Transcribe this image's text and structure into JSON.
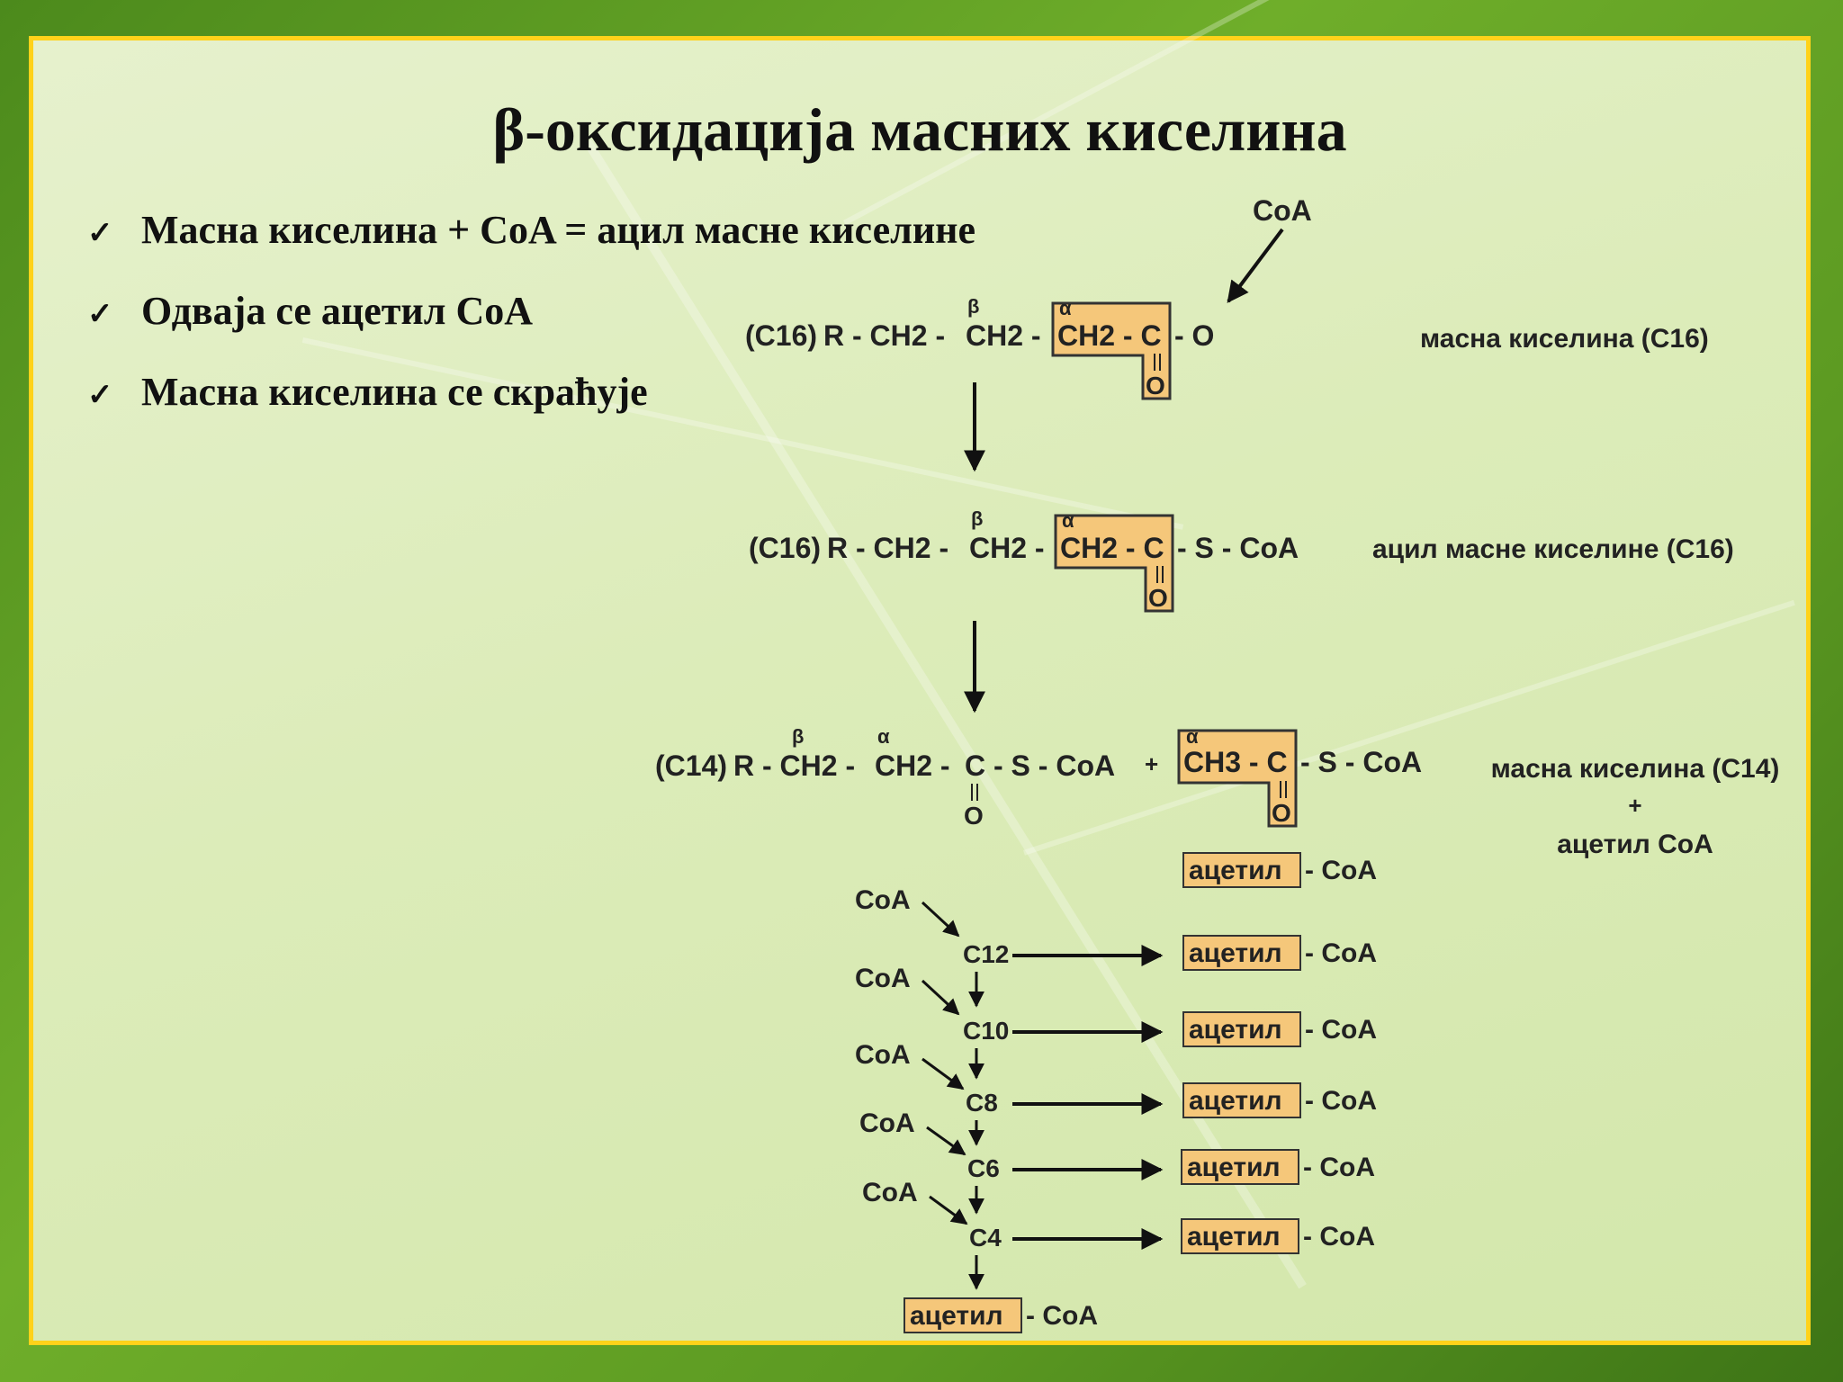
{
  "title": "β-оксидација масних киселина",
  "bullets": [
    "Масна киселина + CoA = ацил масне киселине",
    "Одваја се ацетил CoA",
    "Масна киселина се скраћује"
  ],
  "check_icon": "✓",
  "colors": {
    "highlight_box": "#f5c77a",
    "frame": "#ffd21a",
    "text": "#222222"
  },
  "diagram": {
    "coa": "CoA",
    "beta": "β",
    "alpha": "α",
    "c16": "C16",
    "c14": "C14",
    "r_ch2": "R - CH2 -",
    "ch2_beta": "CH2 -",
    "ch2_box": "CH2 - C",
    "ch3_box": "CH3 - C",
    "o": "O",
    "oh_tail": "- O",
    "s_coa_tail": "- S - CoA",
    "c_s_coa": "C - S - CoA",
    "plus": "+",
    "label_fatty_acid_c16": "масна киселина (C16)",
    "label_acyl_c16": "ацил масне киселине (C16)",
    "label_fatty_acid_c14": "масна киселина (C14)",
    "label_acetyl_coa": "ацетил CoA",
    "acetyl": "ацетил",
    "dash_coa": "- CoA",
    "chain": [
      "C12",
      "C10",
      "C8",
      "C6",
      "C4"
    ]
  }
}
